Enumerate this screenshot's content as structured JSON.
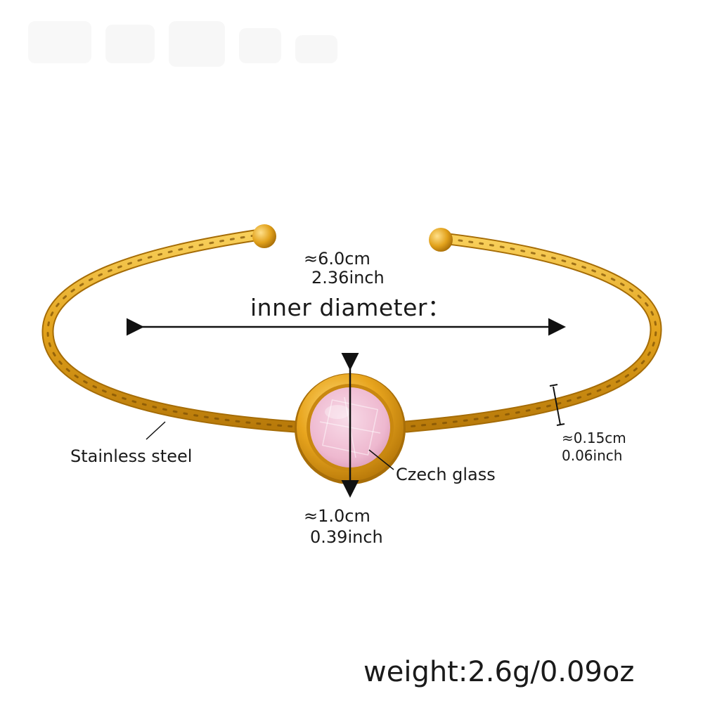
{
  "annotations": {
    "inner_diameter_cm": "≈6.0cm",
    "inner_diameter_inch": "2.36inch",
    "inner_diameter_title": "inner diameter：",
    "wire_thickness_cm": "≈0.15cm",
    "wire_thickness_inch": "0.06inch",
    "stone_size_cm": "≈1.0cm",
    "stone_size_inch": "0.39inch",
    "material_label": "Stainless steel",
    "stone_label": "Czech glass",
    "weight": "weight:2.6g/0.09oz"
  },
  "colors": {
    "gold": "#e2a21c",
    "gold_dark": "#b87a0a",
    "gold_light": "#f8cf5a",
    "stone": "#f1c6d8",
    "text": "#1a1a1a"
  },
  "icons": {
    "bracelet": "gold-cuff-bangle-icon",
    "stone": "round-pink-gem-icon"
  }
}
